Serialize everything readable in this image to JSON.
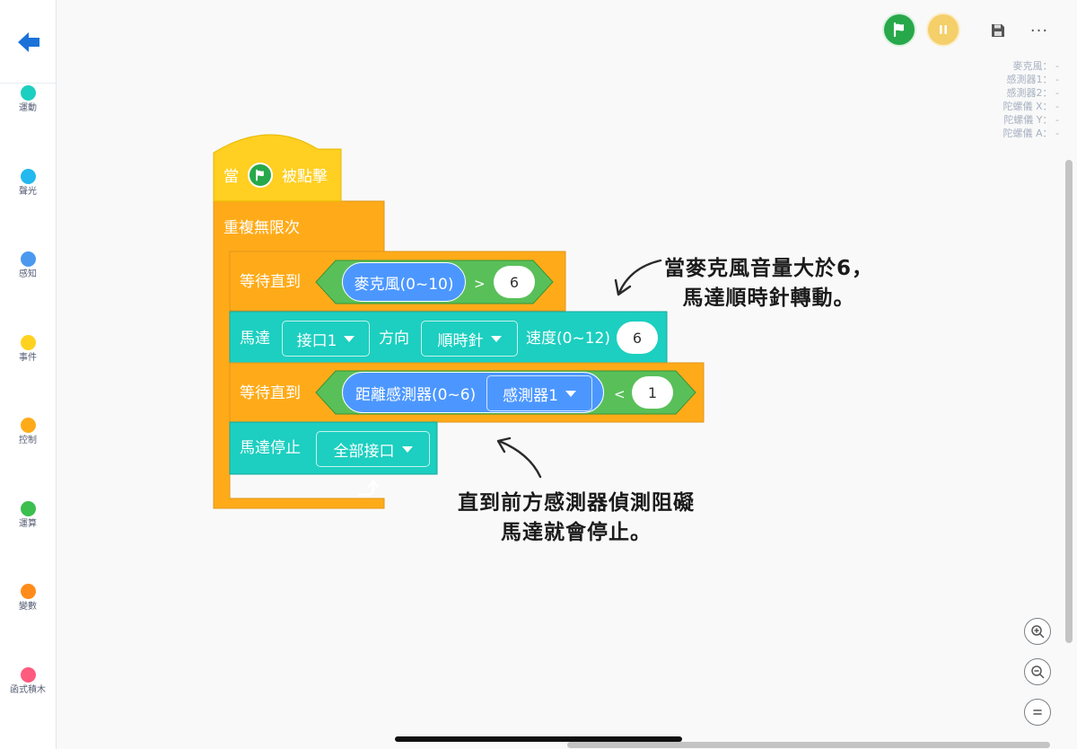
{
  "sidebar": {
    "categories": [
      {
        "label": "運動",
        "color": "#1ccfc0"
      },
      {
        "label": "聲光",
        "color": "#23b9ee"
      },
      {
        "label": "感知",
        "color": "#4a99ef"
      },
      {
        "label": "事件",
        "color": "#ffd21f"
      },
      {
        "label": "控制",
        "color": "#ffab19"
      },
      {
        "label": "運算",
        "color": "#3bbf4e"
      },
      {
        "label": "變數",
        "color": "#ff8c1a"
      },
      {
        "label": "函式積木",
        "color": "#ff5b7e"
      }
    ]
  },
  "toolbar": {
    "run_icon": "green-flag-icon",
    "pause_icon": "pause-icon",
    "save_icon": "save-icon",
    "more_label": "···"
  },
  "readouts": [
    "麥克風： -",
    "感測器1： -",
    "感測器2： -",
    "陀螺儀 X： -",
    "陀螺儀 Y： -",
    "陀螺儀 A： -"
  ],
  "blocks": {
    "hat": {
      "prefix": "當",
      "suffix": "被點擊"
    },
    "forever": {
      "label": "重複無限次"
    },
    "wait1": {
      "label": "等待直到",
      "sensor": "麥克風(0~10)",
      "op": ">",
      "value": "6"
    },
    "motor": {
      "label": "馬達",
      "port": "接口1",
      "dir_label": "方向",
      "dir": "順時針",
      "speed_label": "速度(0~12)",
      "speed": "6"
    },
    "wait2": {
      "label": "等待直到",
      "sensor": "距離感測器(0~6)",
      "sensor_port": "感測器1",
      "op": "<",
      "value": "1"
    },
    "stop": {
      "label": "馬達停止",
      "port": "全部接口"
    }
  },
  "annotations": {
    "note1_line1": "當麥克風音量大於6，",
    "note1_line2": "馬達順時針轉動。",
    "note2_line1": "直到前方感測器偵測阻礙",
    "note2_line2": "馬達就會停止。"
  },
  "colors": {
    "control": "#ffab19",
    "control_dark": "#e0961a",
    "event": "#ffcf21",
    "operator": "#59c059",
    "operator_dark": "#389438",
    "sensing": "#4c97ff",
    "motion": "#1ccfc0"
  }
}
